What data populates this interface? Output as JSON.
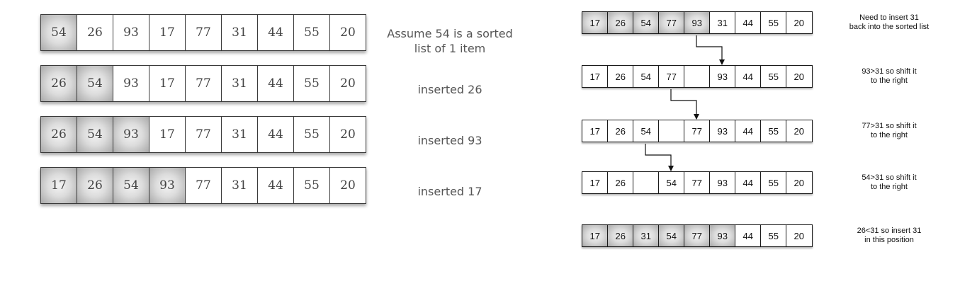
{
  "left_panel": {
    "steps": [
      {
        "values": [
          "54",
          "26",
          "93",
          "17",
          "77",
          "31",
          "44",
          "55",
          "20"
        ],
        "sorted_count": 1,
        "caption": [
          "Assume 54 is a sorted",
          "list of 1 item"
        ]
      },
      {
        "values": [
          "26",
          "54",
          "93",
          "17",
          "77",
          "31",
          "44",
          "55",
          "20"
        ],
        "sorted_count": 2,
        "caption": [
          "inserted 26"
        ]
      },
      {
        "values": [
          "26",
          "54",
          "93",
          "17",
          "77",
          "31",
          "44",
          "55",
          "20"
        ],
        "sorted_count": 3,
        "caption": [
          "inserted 93"
        ]
      },
      {
        "values": [
          "17",
          "26",
          "54",
          "93",
          "77",
          "31",
          "44",
          "55",
          "20"
        ],
        "sorted_count": 4,
        "caption": [
          "inserted 17"
        ]
      }
    ]
  },
  "right_panel": {
    "steps": [
      {
        "values": [
          "17",
          "26",
          "54",
          "77",
          "93",
          "31",
          "44",
          "55",
          "20"
        ],
        "shaded": [
          0,
          1,
          2,
          3,
          4
        ],
        "caption": [
          "Need to insert 31",
          "back into the sorted list"
        ]
      },
      {
        "values": [
          "17",
          "26",
          "54",
          "77",
          "",
          "93",
          "44",
          "55",
          "20"
        ],
        "shaded": [],
        "caption": [
          "93>31 so shift it",
          "to the right"
        ]
      },
      {
        "values": [
          "17",
          "26",
          "54",
          "",
          "77",
          "93",
          "44",
          "55",
          "20"
        ],
        "shaded": [],
        "caption": [
          "77>31 so shift it",
          "to the right"
        ]
      },
      {
        "values": [
          "17",
          "26",
          "",
          "54",
          "77",
          "93",
          "44",
          "55",
          "20"
        ],
        "shaded": [],
        "caption": [
          "54>31 so shift it",
          "to the right"
        ]
      },
      {
        "values": [
          "17",
          "26",
          "31",
          "54",
          "77",
          "93",
          "44",
          "55",
          "20"
        ],
        "shaded": [
          0,
          1,
          2,
          3,
          4,
          5
        ],
        "caption": [
          "26<31 so insert 31",
          "in this position"
        ]
      }
    ],
    "shifts": [
      {
        "from_step": 0,
        "from_index": 4,
        "to_index": 5
      },
      {
        "from_step": 1,
        "from_index": 3,
        "to_index": 4
      },
      {
        "from_step": 2,
        "from_index": 2,
        "to_index": 3
      }
    ]
  }
}
